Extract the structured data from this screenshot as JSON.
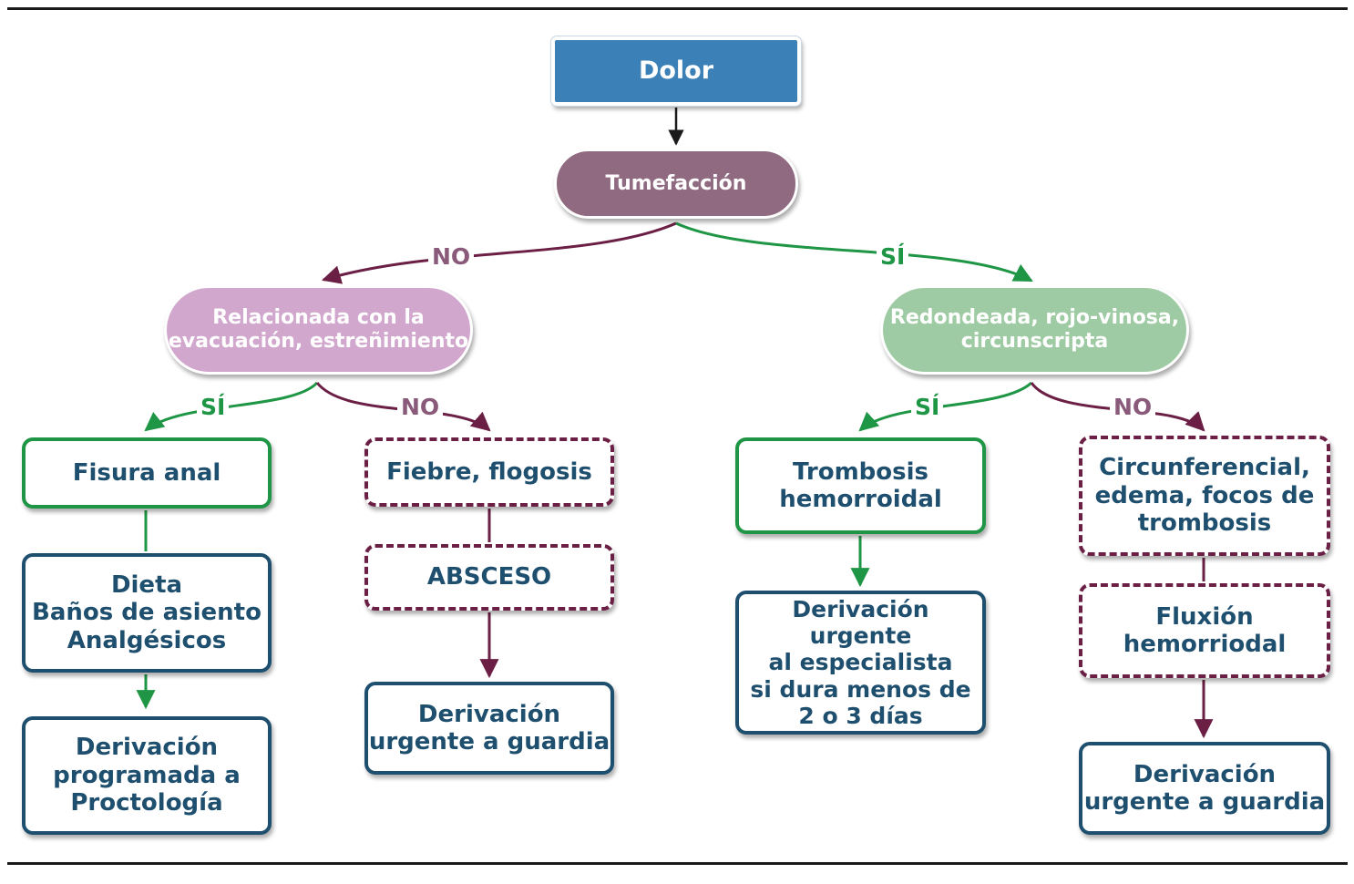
{
  "colors": {
    "root_fill": "#3b80b6",
    "decision_fill": "#8f6a80",
    "no_branch_fill": "#d1a7cd",
    "si_branch_fill": "#9ecba3",
    "green_border": "#1f9645",
    "navy_border": "#1f4f6e",
    "dashed_border": "#6b1f44",
    "no_arrow": "#6b1f44",
    "si_arrow": "#1f9645"
  },
  "nodes": {
    "root": "Dolor",
    "decision": "Tumefacción",
    "left_branch": "Relacionada con la\nevacuación, estreñimiento",
    "right_branch": "Redondeada, rojo-vinosa,\ncircunscripta",
    "fisura": "Fisura anal",
    "treatment": "Dieta\nBaños de asiento\nAnalgésicos",
    "derivacion_programada": "Derivación\nprogramada a\nProctología",
    "fiebre": "Fiebre, flogosis",
    "absceso": "ABSCESO",
    "derivacion_guardia_1": "Derivación\nurgente a guardia",
    "trombosis": "Trombosis\nhemorroidal",
    "derivacion_especialista": "Derivación urgente\nal especialista\nsi dura menos de\n2 o 3 días",
    "circunferencial": "Circunferencial,\nedema, focos de\ntrombosis",
    "fluxion": "Fluxión\nhemorriodal",
    "derivacion_guardia_2": "Derivación\nurgente a guardia"
  },
  "labels": {
    "top_no": "NO",
    "top_si": "SÍ",
    "left_si": "SÍ",
    "left_no": "NO",
    "right_si": "SÍ",
    "right_no": "NO"
  }
}
